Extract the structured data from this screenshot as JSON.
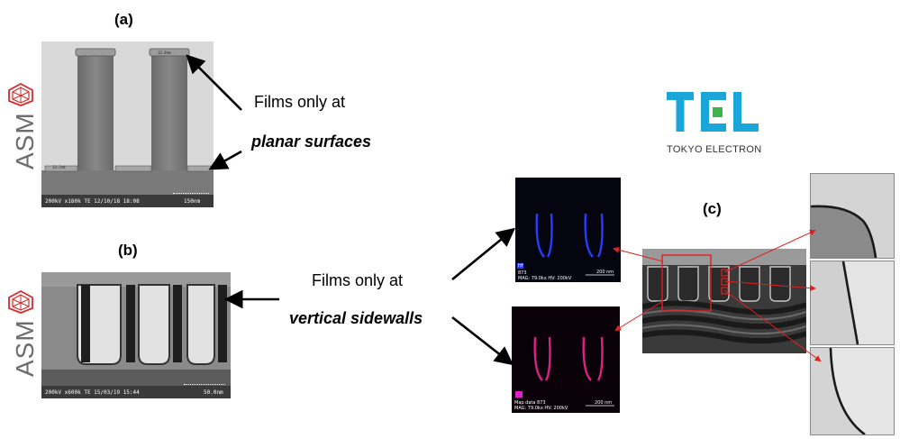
{
  "panels": {
    "a": {
      "label": "(a)"
    },
    "b": {
      "label": "(b)"
    },
    "c": {
      "label": "(c)"
    }
  },
  "captions": {
    "planar_line1": "Films only at",
    "planar_line2": "planar surfaces",
    "vertical_line1": "Films only at",
    "vertical_line2": "vertical sidewalls"
  },
  "logos": {
    "asm_text": "ASM",
    "tel_text": "TEL",
    "tel_subtitle": "TOKYO ELECTRON"
  },
  "sem_a": {
    "footer": "200kV  x180k  TE  12/10/18  18:08",
    "scale": "150nm",
    "meas_top": "12.8nm",
    "meas_bottom": "13.2nm"
  },
  "sem_b": {
    "footer": "200kV  x600k  TE  15/03/19  15:44",
    "scale": "50.0nm"
  },
  "eds_top": {
    "element": "Hf",
    "line1": "873",
    "line2": "MAG: 79.0kx  HV: 200kV",
    "scale": "200 nm"
  },
  "eds_bottom": {
    "line1": "Map data 873",
    "line2": "MAG: 79.0kx  HV: 200kV",
    "scale": "200 nm"
  },
  "colors": {
    "arrow": "#000000",
    "highlight": "#e02020",
    "eds_blue": "#2a3cff",
    "eds_magenta": "#e0208a",
    "tel_blue": "#1aa6d8",
    "tel_green": "#39b54a"
  }
}
